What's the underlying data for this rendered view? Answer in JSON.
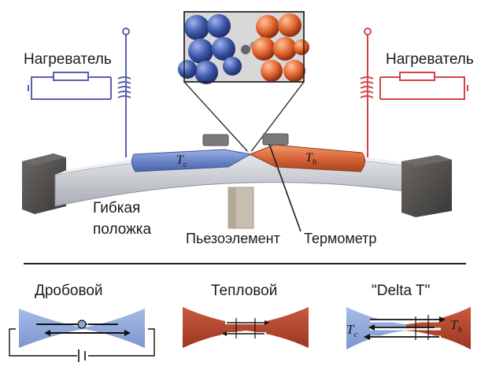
{
  "labels": {
    "heater_left": "Нагреватель",
    "heater_right": "Нагреватель",
    "flexible_substrate_line1": "Гибкая",
    "flexible_substrate_line2": "положка",
    "piezo_element": "Пьезоэлемент",
    "thermometer": "Термометр"
  },
  "electrode_labels": {
    "cold_main": "T",
    "cold_sub": "c",
    "hot_main": "T",
    "hot_sub": "h"
  },
  "noise_panels": {
    "shot": "Дробовой",
    "thermal": "Тепловой",
    "delta_t": "\"Delta T\""
  },
  "delta_t_labels": {
    "cold_main": "T",
    "cold_sub": "c",
    "hot_main": "T",
    "hot_sub": "h"
  },
  "colors": {
    "cold_blue": "#6b86c8",
    "hot_orange": "#d9653a",
    "cold_circuit": "#5a5fb0",
    "hot_circuit": "#d0454a",
    "substrate": "#c9ccd1",
    "clamp": "#4a4846",
    "piezo": "#c8beb2",
    "panel_blue": "#8fa8d8",
    "panel_red": "#b8462f"
  }
}
